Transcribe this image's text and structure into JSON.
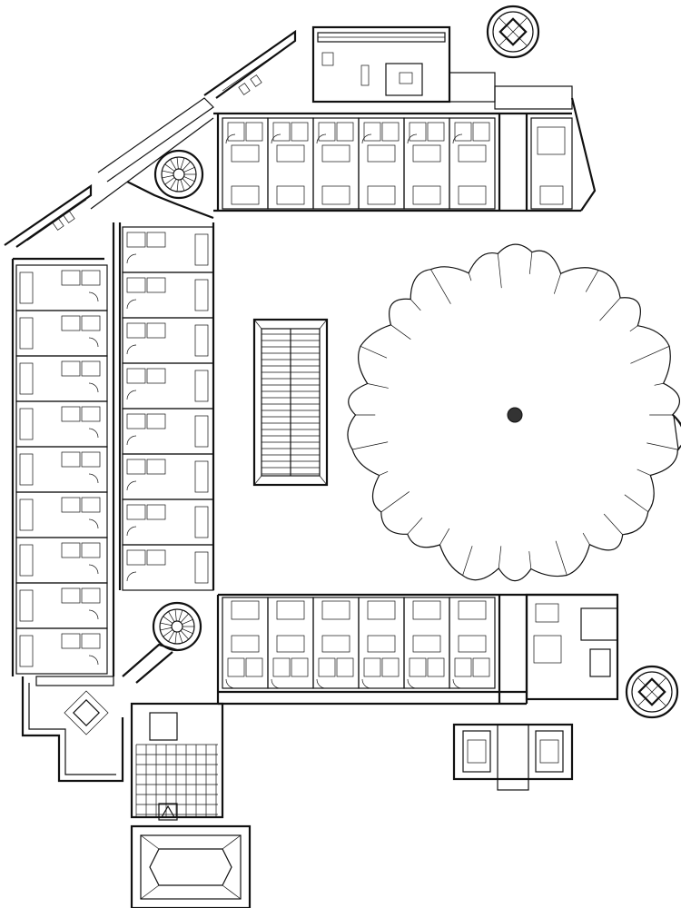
{
  "drawing": {
    "kind": "floor-plan",
    "labels": []
  },
  "elements": {
    "wings": [
      "north-wing",
      "west-wing",
      "south-wing",
      "northwest-diagonal-wing"
    ],
    "features": [
      "central-stair-grid",
      "circular-tree-canopy",
      "spiral-stair-north",
      "spiral-stair-south",
      "round-tower-northeast",
      "round-tower-east",
      "entrance-lobby",
      "canopy-roof",
      "south-porch"
    ]
  },
  "colors": {
    "line": "#111111",
    "background": "#ffffff"
  }
}
